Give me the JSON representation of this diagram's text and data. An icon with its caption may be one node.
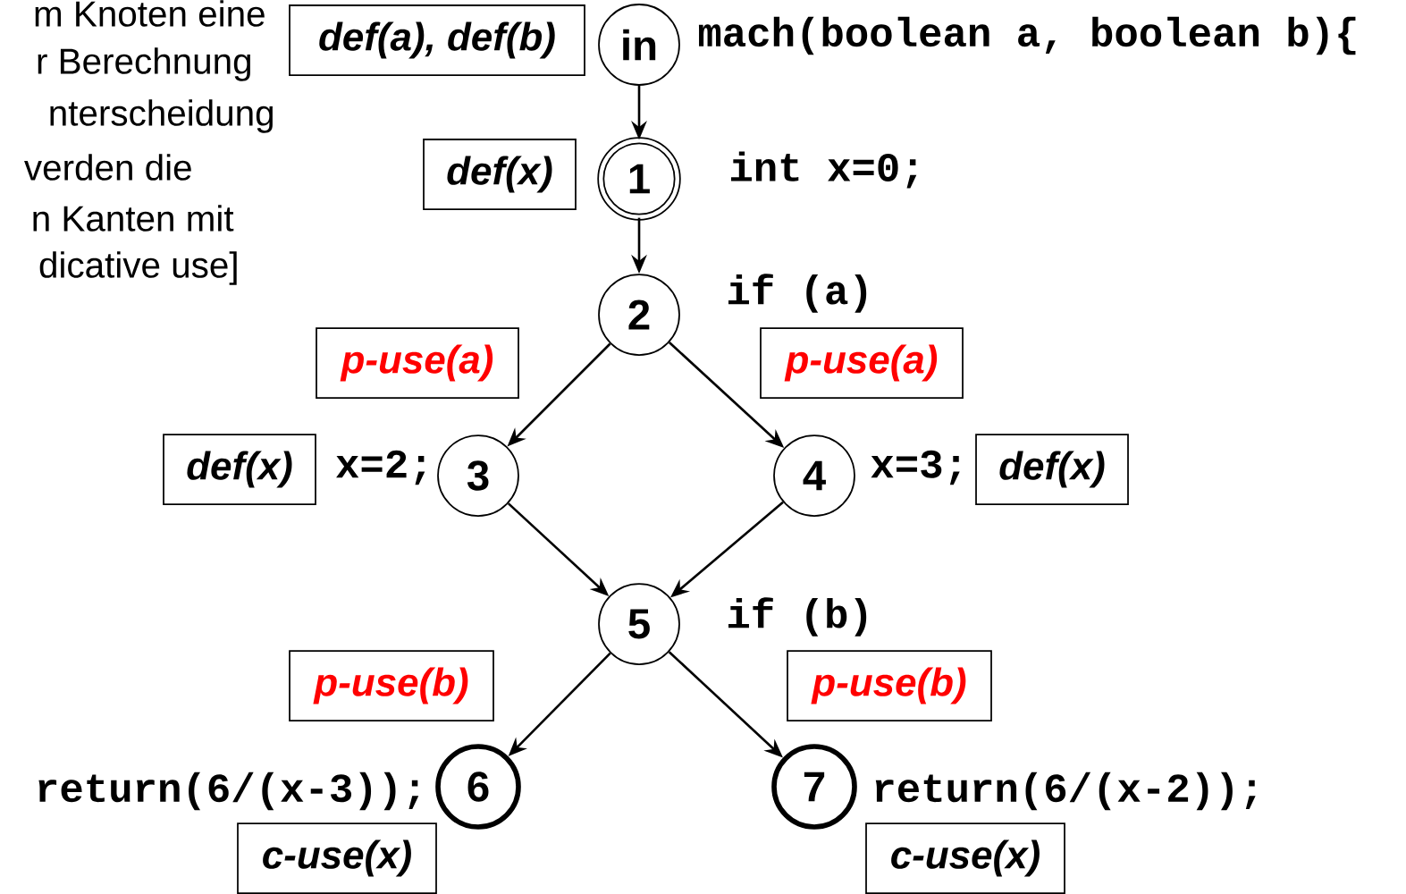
{
  "diagram": {
    "nodes": [
      {
        "text": [
          "in"
        ],
        "beside": [
          "mach(boolean a, boolean b){"
        ]
      },
      {
        "text": [
          "1"
        ],
        "beside": [
          "int x=0;"
        ]
      },
      {
        "text": [
          "2"
        ]
      },
      {
        "text": [
          "3"
        ],
        "beside": [
          "x=2;"
        ]
      },
      {
        "text": [
          "4"
        ],
        "beside": [
          "x=3;"
        ]
      },
      {
        "text": [
          "5"
        ]
      },
      {
        "text": [
          "6"
        ]
      },
      {
        "text": [
          "7"
        ]
      },
      {
        "text": [
          "def(a), def(b)"
        ]
      },
      {
        "text": [
          "def(x)"
        ]
      },
      {
        "text": [
          "p-use(a)"
        ]
      },
      {
        "text": [
          "p-use(a)"
        ]
      },
      {
        "text": [
          "def(x)"
        ]
      },
      {
        "text": [
          "def(x)"
        ]
      },
      {
        "text": [
          "p-use(b)"
        ]
      },
      {
        "text": [
          "p-use(b)"
        ]
      },
      {
        "text": [
          "c-use(x)"
        ]
      },
      {
        "text": [
          "c-use(x)"
        ]
      }
    ],
    "edges": [
      {
        "from": 0,
        "to": 1,
        "arrow": "to"
      },
      {
        "from": 1,
        "to": 2,
        "arrow": "to"
      },
      {
        "from": 2,
        "to": 3,
        "arrow": "to"
      },
      {
        "from": 2,
        "to": 4,
        "arrow": "to"
      },
      {
        "from": 3,
        "to": 5,
        "arrow": "to"
      },
      {
        "from": 4,
        "to": 5,
        "arrow": "to"
      },
      {
        "from": 5,
        "to": 6,
        "arrow": "to"
      },
      {
        "from": 5,
        "to": 7,
        "arrow": "to"
      }
    ],
    "labels": [
      "m Knoten eine",
      "r Berechnung",
      "nterscheidung",
      "verden die",
      "n Kanten mit",
      "dicative use]",
      "if (a)",
      "if (b)",
      "return(6/(x-3));",
      "return(6/(x-2));"
    ]
  }
}
